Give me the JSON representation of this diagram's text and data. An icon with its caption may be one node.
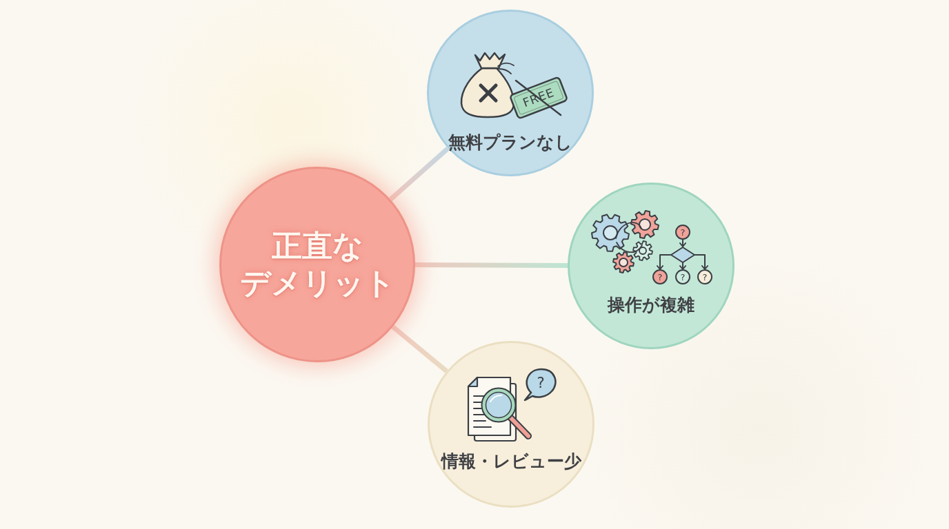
{
  "diagram": {
    "nodes": [
      {
        "text": [
          "正直なデメリット"
        ]
      },
      {
        "text": [
          "無料プランなし"
        ]
      },
      {
        "text": [
          "操作が複雑"
        ]
      },
      {
        "text": [
          "情報・レビュー少"
        ]
      }
    ],
    "edges": [
      {
        "from": 0,
        "to": 1,
        "arrow": "none",
        "color": "#c3d7e3"
      },
      {
        "from": 0,
        "to": 2,
        "arrow": "none",
        "color": "#bde5d3"
      },
      {
        "from": 0,
        "to": 3,
        "arrow": "none",
        "color": "#eadbc3"
      }
    ],
    "labels": [
      "FREE",
      "?",
      "?",
      "?",
      "?",
      "?"
    ]
  }
}
